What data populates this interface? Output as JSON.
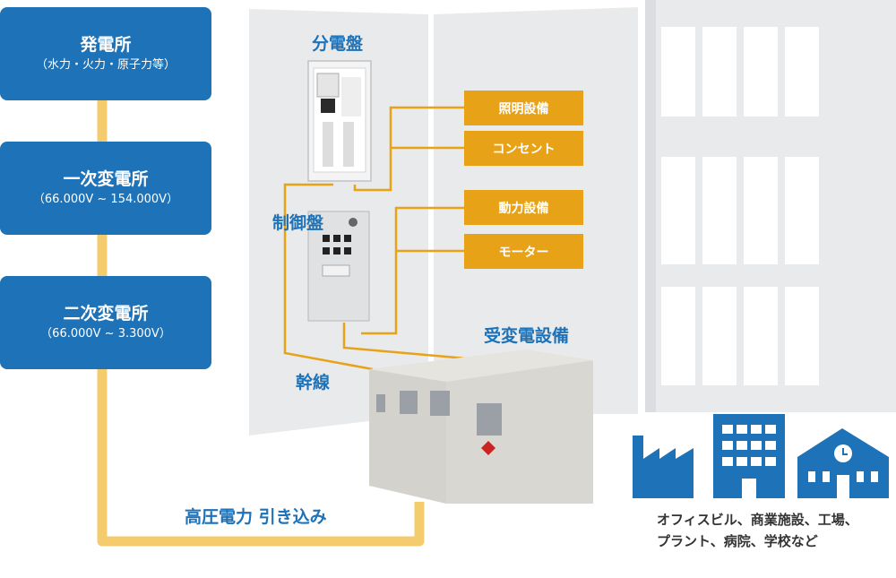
{
  "power_plant": {
    "title": "発電所",
    "subtitle": "（水力・火力・原子力等）"
  },
  "primary_substation": {
    "title": "一次変電所",
    "subtitle": "（66.000V ~ 154.000V）"
  },
  "secondary_substation": {
    "title": "二次変電所",
    "subtitle": "（66.000V ~ 3.300V）"
  },
  "distribution_panel": {
    "label": "分電盤"
  },
  "control_panel": {
    "label": "制御盤"
  },
  "substation_equipment": {
    "label": "受変電設備"
  },
  "trunk_line": {
    "label": "幹線"
  },
  "high_voltage": {
    "label": "高圧電力 引き込み"
  },
  "outputs": [
    "照明設備",
    "コンセント",
    "動力設備",
    "モーター"
  ],
  "facilities_caption": {
    "line1": "オフィスビル、商業施設、工場、",
    "line2": "プラント、病院、学校など"
  },
  "colors": {
    "blue": "#1d72b8",
    "orange": "#e8a217",
    "light_orange_line": "#f4cc6e",
    "wall_gray": "#e9eaec"
  },
  "icons": [
    "factory-icon",
    "office-building-icon",
    "school-icon"
  ]
}
